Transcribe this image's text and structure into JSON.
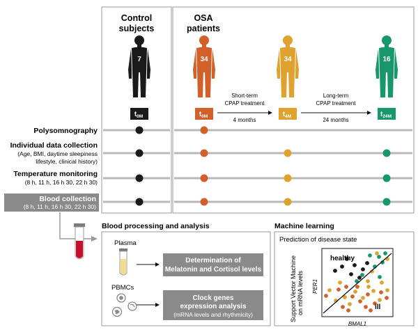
{
  "groups": [
    {
      "label_l1": "Control",
      "label_l2": "subjects",
      "count": "7",
      "tp_main": "t",
      "tp_sub": "0M",
      "color": "#1a1a1a"
    },
    {
      "label_l1": "OSA",
      "label_l2": "patients",
      "count": "34",
      "tp_main": "t",
      "tp_sub": "0M",
      "color": "#d2602a"
    },
    {
      "label_l1": "",
      "label_l2": "",
      "count": "34",
      "tp_main": "t",
      "tp_sub": "4M",
      "color": "#e0a22f"
    },
    {
      "label_l1": "",
      "label_l2": "",
      "count": "16",
      "tp_main": "t",
      "tp_sub": "24M",
      "color": "#17976b"
    }
  ],
  "treatments": [
    {
      "line1": "Short-term",
      "line2": "CPAP treatment",
      "line3": "4 months"
    },
    {
      "line1": "Long-term",
      "line2": "CPAP treatment",
      "line3": "24 months"
    }
  ],
  "rows": [
    {
      "title": "Polysomnography",
      "details": []
    },
    {
      "title": "Individual data collection",
      "details": [
        "(Age, BMI, daytime sleepiness",
        "lifestyle, clinical history)"
      ]
    },
    {
      "title": "Temperature monitoring",
      "details": [
        "(8 h, 11 h, 16 h 30, 22 h 30)"
      ]
    },
    {
      "title": "Blood collection",
      "details": [
        "(8 h, 11 h, 16 h 30, 22 h 30)"
      ]
    }
  ],
  "blood": {
    "title": "Blood processing and analysis",
    "plasma": "Plasma",
    "pbmcs": "PBMCs",
    "box1": [
      "Determination of",
      "Melatonin and Cortisol levels"
    ],
    "box2": [
      "Clock genes",
      "expression analysis",
      "(mRNA levels and rhythmicity)"
    ]
  },
  "ml": {
    "title": "Machine learning",
    "subtitle": "Prediction of disease state",
    "ylabel1": "Support Vector Machine",
    "ylabel2": "on mRNA levels",
    "axis_y": "PER1",
    "axis_x": "BMAL1",
    "healthy": "healthy",
    "ill": "ill"
  },
  "colors": {
    "control": "#1a1a1a",
    "osa_0m": "#d2602a",
    "osa_4m": "#e0a22f",
    "osa_24m": "#17976b",
    "box_gray": "#8a8a8a",
    "line_gray": "#b8b8b8"
  }
}
